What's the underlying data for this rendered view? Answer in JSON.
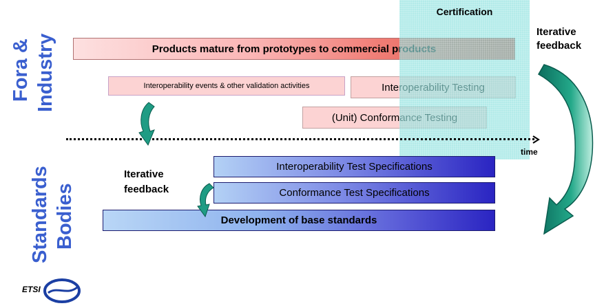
{
  "left_labels": {
    "top_line1": "Fora &",
    "top_line2": "Industry",
    "bottom_line1": "Standards",
    "bottom_line2": "Bodies"
  },
  "certification": {
    "label": "Certification"
  },
  "bars": {
    "products": "Products mature from prototypes to commercial products",
    "interop_events": "Interoperability events & other validation activities",
    "interop_testing": "Interoperability Testing",
    "conformance_testing": "(Unit) Conformance Testing",
    "interop_test_specs": "Interoperability Test Specifications",
    "conformance_test_specs": "Conformance Test Specifications",
    "base_standards": "Development of base standards"
  },
  "timeline": {
    "label": "time"
  },
  "feedback": {
    "right_line1": "Iterative",
    "right_line2": "feedback",
    "left_line1": "Iterative",
    "left_line2": "feedback"
  },
  "logo": {
    "text": "ETSI"
  },
  "colors": {
    "left_label": "#3a5fcf",
    "pink_bar": "#fcd3d3",
    "certification": "#8fe0df",
    "arrow": "#1f9c84",
    "blue_dark": "#2a24c2"
  }
}
